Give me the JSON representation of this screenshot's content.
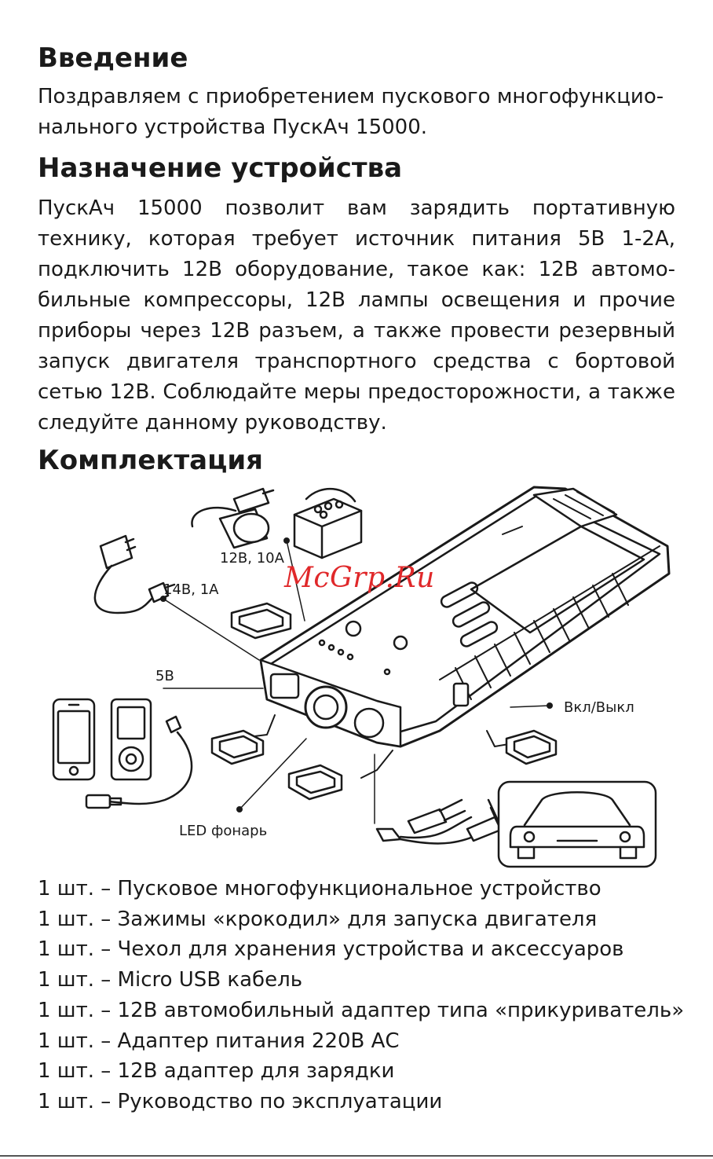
{
  "intro": {
    "heading": "Введение",
    "lines": [
      "Поздравляем с приобретением пускового многофункцио-",
      "нального устройства ПускАч 15000."
    ]
  },
  "purpose": {
    "heading": "Назначение устройства",
    "lines": [
      "ПускАч 15000 позволит вам зарядить портативную",
      "технику, которая требует источник питания 5В 1-2А,",
      "подключить 12В оборудование, такое как: 12В автомо-",
      "бильные компрессоры, 12В лампы освещения и прочие",
      "приборы через 12В разъем, а также провести резервный",
      "запуск двигателя транспортного средства с бортовой",
      "сетью 12В. Соблюдайте меры предосторожности, а также",
      "следуйте данному руководству."
    ]
  },
  "kit": {
    "heading": "Комплектация",
    "watermark": "McGrp.Ru",
    "labels": {
      "car_adapter": "12В, 10А",
      "charger": "14В, 1А",
      "usb": "5В",
      "power_switch": "Вкл/Выкл",
      "led": "LED фонарь"
    },
    "items": [
      "1 шт. – Пусковое многофункциональное устройство",
      "1 шт. – Зажимы «крокодил» для запуска двигателя",
      "1 шт. – Чехол для хранения устройства и аксессуаров",
      "1 шт. – Micro USB кабель",
      "1 шт. – 12В автомобильный адаптер типа «прикуриватель»",
      "1 шт. – Адаптер питания 220В АС",
      "1 шт. – 12В адаптер для зарядки",
      "1 шт. – Руководство по эксплуатации"
    ]
  }
}
